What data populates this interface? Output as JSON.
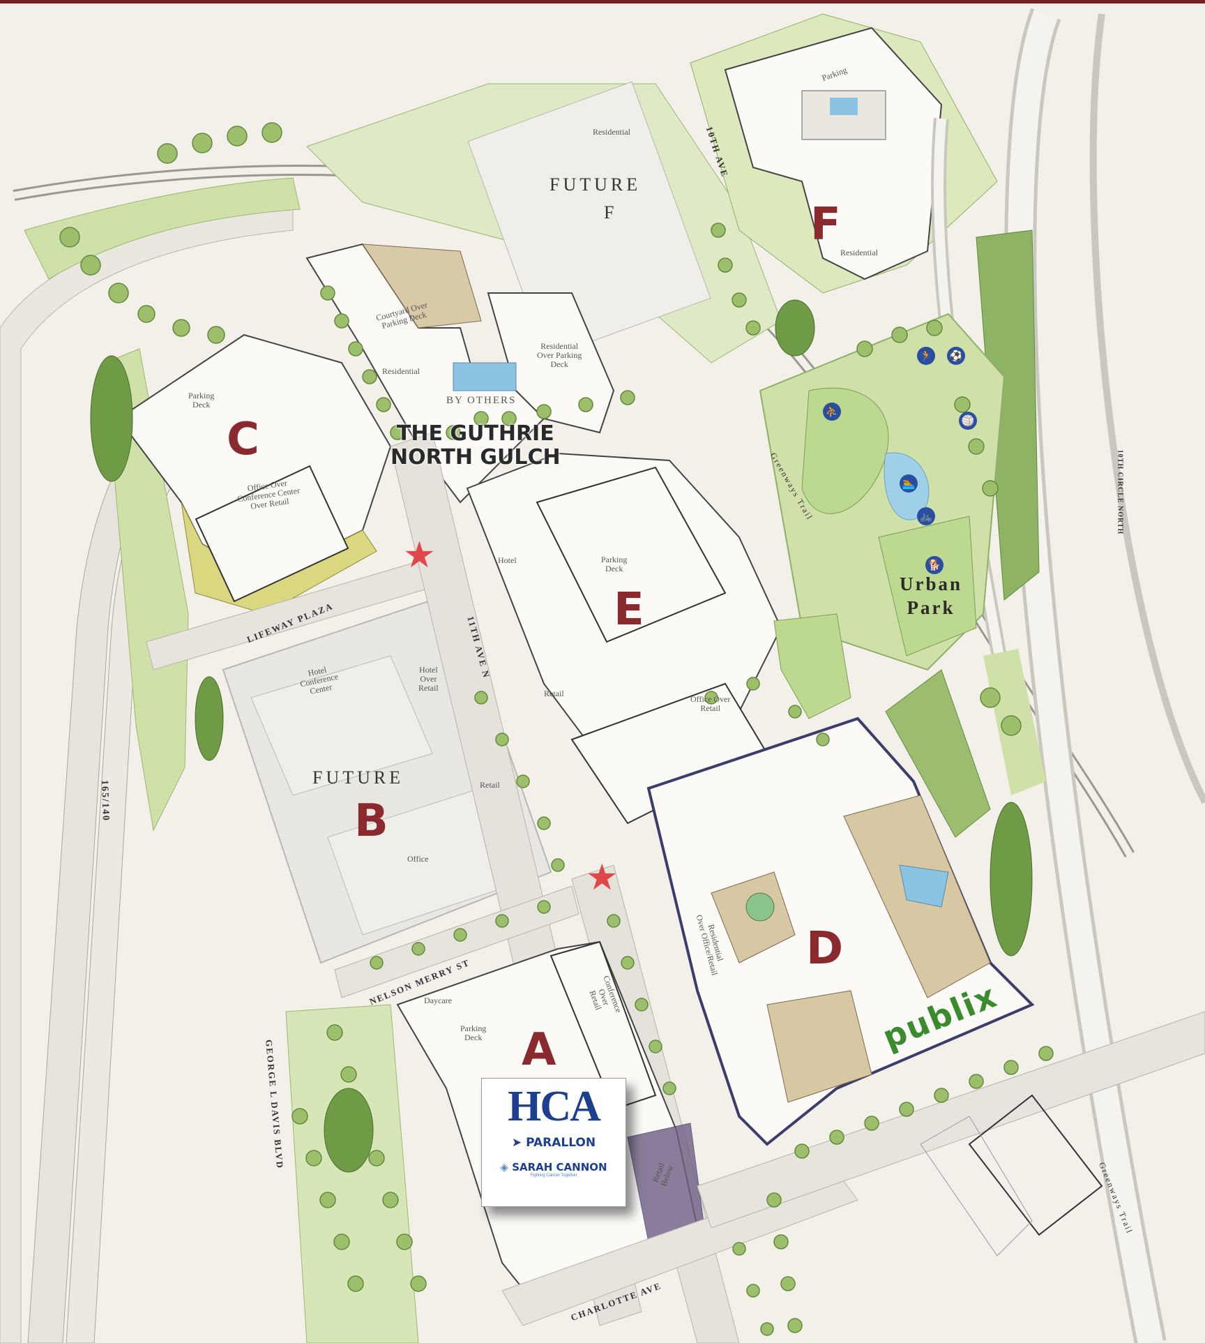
{
  "parcels": {
    "a": {
      "letter": "A"
    },
    "b": {
      "letter": "B",
      "future": "FUTURE"
    },
    "c": {
      "letter": "C"
    },
    "d": {
      "letter": "D"
    },
    "e": {
      "letter": "E"
    },
    "f": {
      "letter": "F",
      "future": "FUTURE",
      "future_letter": "F"
    }
  },
  "building_labels": {
    "residential_f_future": "Residential",
    "parking_f": "Parking",
    "residential_f": "Residential",
    "courtyard": [
      "Courtyard Over",
      "Parking Deck"
    ],
    "residential_over_parking": [
      "Residential",
      "Over Parking",
      "Deck"
    ],
    "residential_guthrie": "Residential",
    "by_others": "BY OTHERS",
    "parking_deck_c": [
      "Parking",
      "Deck"
    ],
    "office_over_conf": [
      "Office Over",
      "Conference Center",
      "Over Retail"
    ],
    "hotel_e": "Hotel",
    "parking_deck_e": [
      "Parking",
      "Deck"
    ],
    "retail_e": "Retail",
    "office_over_retail": [
      "Office Over",
      "Retail"
    ],
    "hotel_conference": [
      "Hotel",
      "Conference",
      "Center"
    ],
    "hotel_over_retail": [
      "Hotel",
      "Over",
      "Retail"
    ],
    "retail_b": "Retail",
    "office_b": "Office",
    "daycare": "Daycare",
    "parking_deck_a": [
      "Parking",
      "Deck"
    ],
    "conference_over_retail": [
      "Conference",
      "Over",
      "Retail"
    ],
    "retail_below": [
      "Retail",
      "Below"
    ],
    "residential_over_office": [
      "Residential",
      "Over Office/Retail"
    ]
  },
  "guthrie": {
    "line1": "THE GUTHRIE",
    "line2": "NORTH GULCH"
  },
  "urban_park": {
    "line1": "Urban",
    "line2": "Park"
  },
  "roads": {
    "eleventh_ave": "11TH AVE N",
    "tenth_ave": "10TH AVE",
    "lifeway_plaza": "LIFEWAY PLAZA",
    "nelson_merry": "NELSON MERRY ST",
    "george_davis": "GEORGE L DAVIS BLVD",
    "charlotte": "CHARLOTTE AVE",
    "interstate": "165/140",
    "tenth_circle": "10TH CIRCLE NORTH",
    "greenways_trail_1": "Greenways Trail",
    "greenways_trail_2": "Greenways Trail"
  },
  "tenant_card": {
    "hca": "HCA",
    "parallon": "PARALLON",
    "sarah_cannon": "SARAH CANNON",
    "sarah_tagline": "Fighting Cancer Together"
  },
  "publix": "publix",
  "icons": [
    "running-icon",
    "soccer-icon",
    "playground-icon",
    "volleyball-icon",
    "swimming-icon",
    "cycling-icon",
    "dog-icon"
  ],
  "colors": {
    "parcel_letter": "#8b2a2e",
    "grass": "#cfe0a8",
    "trees": "#7fa85a",
    "plaza_star": "#e0464a",
    "hca_blue": "#1c3f8f",
    "publix_green": "#3a8b2e",
    "top_bar": "#7a2026"
  }
}
